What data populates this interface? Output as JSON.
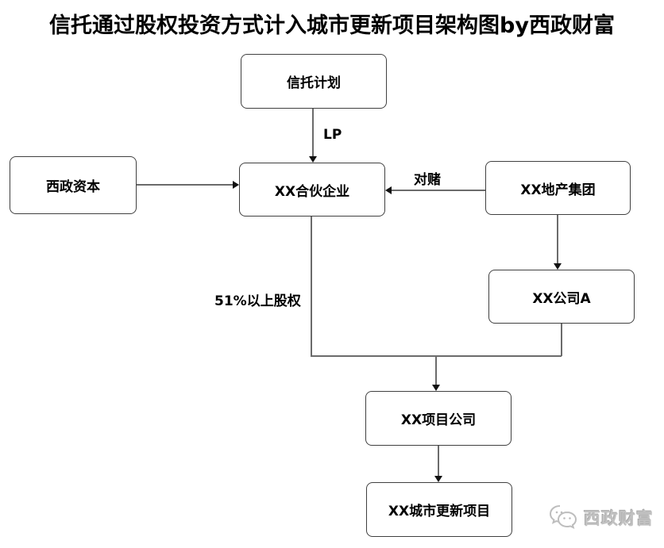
{
  "title": "信托通过股权投资方式计入城市更新项目架构图by西政财富",
  "nodes": {
    "trust_plan": "信托计划",
    "xizheng_capital": "西政资本",
    "partnership": "XX合伙企业",
    "real_estate_group": "XX地产集团",
    "company_a": "XX公司A",
    "project_company": "XX项目公司",
    "urban_renewal_project": "XX城市更新项目"
  },
  "edge_labels": {
    "lp": "LP",
    "bet": "对赌",
    "equity": "51%以上股权"
  },
  "watermark": {
    "text": "西政财富",
    "icon": "wechat-icon"
  },
  "colors": {
    "background": "#ffffff",
    "box_border": "#404040",
    "connector": "#6b6b6b",
    "arrowhead": "#111111",
    "text": "#000000",
    "watermark_text": "#c2c2c2"
  }
}
